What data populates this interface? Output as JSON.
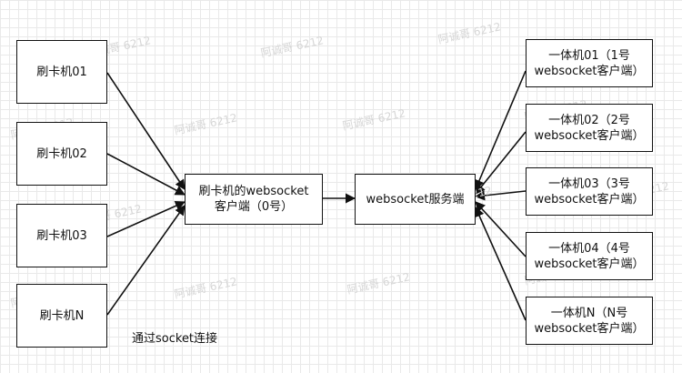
{
  "diagram": {
    "left_nodes": [
      "刷卡机01",
      "刷卡机02",
      "刷卡机03",
      "刷卡机N"
    ],
    "center_node": "刷卡机的websocket\n客户端（0号）",
    "server_node": "websocket服务端",
    "right_nodes": [
      "一体机01（1号\nwebsocket客户端）",
      "一体机02（2号\nwebsocket客户端）",
      "一体机03（3号\nwebsocket客户端）",
      "一体机04（4号\nwebsocket客户端）",
      "一体机N（N号\nwebsocket客户端）"
    ],
    "note": "通过socket连接",
    "watermark": "阿诚哥 6212"
  },
  "colors": {
    "stroke": "#111111",
    "grid": "#e9e9e9",
    "background": "#ffffff"
  }
}
